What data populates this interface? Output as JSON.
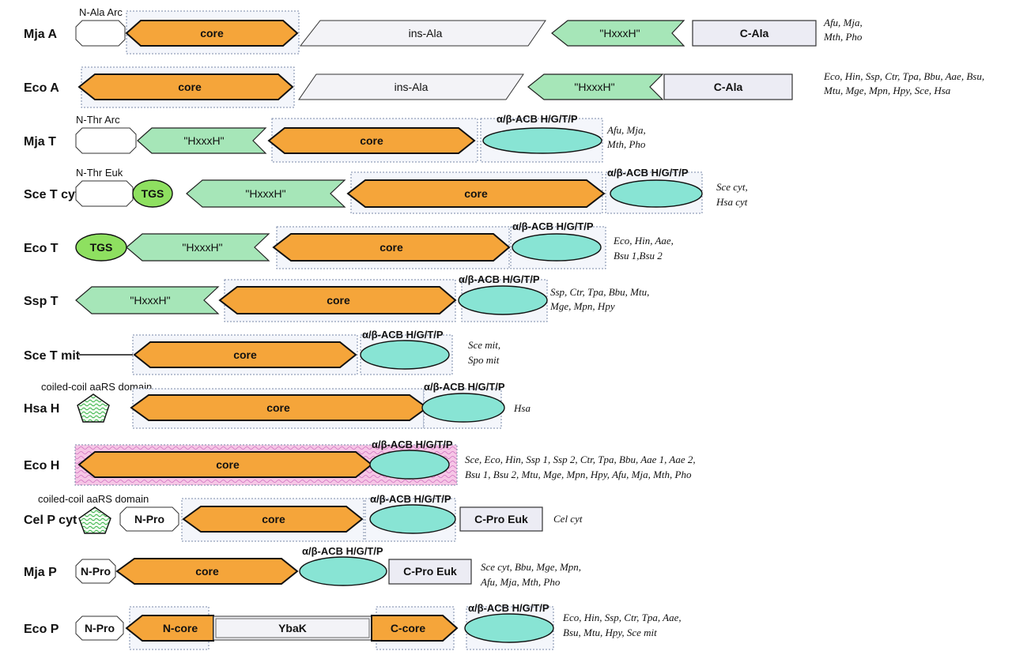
{
  "acb_label": "α/β-ACB H/G/T/P",
  "colors": {
    "core": "#f5a53a",
    "hxxxh": "#a6e6b8",
    "acb": "#88e4d4",
    "tgs": "#8ee060",
    "eco_h_box": "#f6c6e6"
  },
  "rows": [
    {
      "label": "Mja A",
      "n_label": "N-Ala Arc",
      "d1": "core",
      "d2": "ins-Ala",
      "d3": "\"HxxxH\"",
      "d4": "C-Ala",
      "species": [
        "Afu, Mja,",
        "Mth, Pho"
      ]
    },
    {
      "label": "Eco A",
      "d1": "core",
      "d2": "ins-Ala",
      "d3": "\"HxxxH\"",
      "d4": "C-Ala",
      "species": [
        "Eco, Hin, Ssp, Ctr, Tpa, Bbu, Aae, Bsu,",
        "Mtu, Mge, Mpn, Hpy, Sce, Hsa"
      ]
    },
    {
      "label": "Mja T",
      "n_label": "N-Thr Arc",
      "d1": "\"HxxxH\"",
      "d2": "core",
      "species": [
        "Afu, Mja,",
        "Mth, Pho"
      ]
    },
    {
      "label": "Sce T cyt",
      "n_label": "N-Thr Euk",
      "d0": "TGS",
      "d1": "\"HxxxH\"",
      "d2": "core",
      "species": [
        "Sce cyt,",
        "Hsa cyt"
      ]
    },
    {
      "label": "Eco T",
      "d0": "TGS",
      "d1": "\"HxxxH\"",
      "d2": "core",
      "species": [
        "Eco, Hin, Aae,",
        "Bsu 1,Bsu 2"
      ]
    },
    {
      "label": "Ssp T",
      "d1": "\"HxxxH\"",
      "d2": "core",
      "species": [
        "Ssp, Ctr, Tpa, Bbu, Mtu,",
        "Mge, Mpn, Hpy"
      ]
    },
    {
      "label": "Sce T mit",
      "d1": "core",
      "species": [
        "Sce mit,",
        "Spo mit"
      ]
    },
    {
      "label": "Hsa H",
      "n_label": "coiled-coil aaRS domain",
      "d1": "core",
      "species": [
        "Hsa"
      ]
    },
    {
      "label": "Eco H",
      "d1": "core",
      "species": [
        "Sce, Eco, Hin, Ssp 1, Ssp 2, Ctr, Tpa, Bbu, Aae 1, Aae 2,",
        "Bsu 1, Bsu 2, Mtu, Mge, Mpn, Hpy, Afu, Mja, Mth, Pho"
      ]
    },
    {
      "label": "Cel P cyt",
      "n_label": "coiled-coil aaRS domain",
      "d0": "N-Pro",
      "d1": "core",
      "d2": "C-Pro Euk",
      "species": [
        "Cel cyt"
      ]
    },
    {
      "label": "Mja P",
      "d0": "N-Pro",
      "d1": "core",
      "d2": "C-Pro Euk",
      "species": [
        "Sce cyt, Bbu, Mge, Mpn,",
        "Afu, Mja, Mth, Pho"
      ]
    },
    {
      "label": "Eco P",
      "d0": "N-Pro",
      "d1": "N-core",
      "d2": "YbaK",
      "d3": "C-core",
      "species": [
        "Eco, Hin, Ssp, Ctr, Tpa, Aae,",
        "Bsu, Mtu, Hpy, Sce mit"
      ]
    }
  ]
}
